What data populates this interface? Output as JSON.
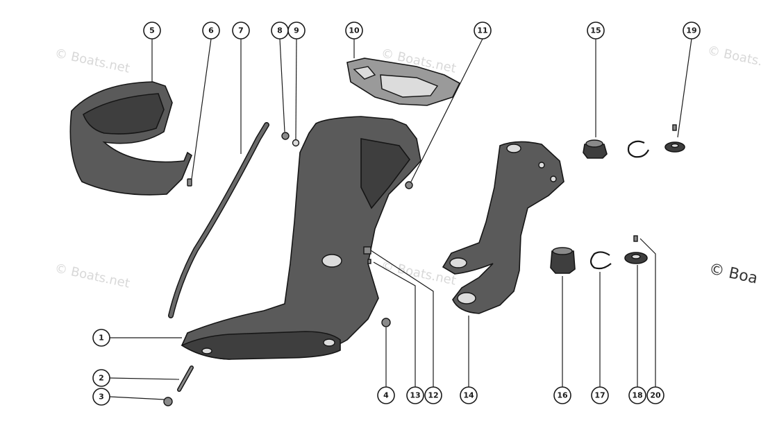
{
  "watermark": {
    "small": "© Boats.net",
    "large": "© Boa"
  },
  "callouts": [
    "1",
    "2",
    "3",
    "4",
    "5",
    "6",
    "7",
    "8",
    "9",
    "10",
    "11",
    "12",
    "13",
    "14",
    "15",
    "16",
    "17",
    "18",
    "19",
    "20"
  ],
  "colors": {
    "line": "#1a1a1a",
    "part": "#5a5a5a",
    "watermark": "#d8d8d8"
  }
}
